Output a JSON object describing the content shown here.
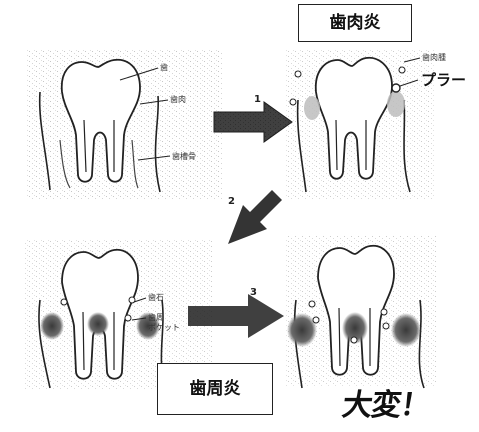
{
  "stages": {
    "stage_healthy": {
      "labels": {
        "tooth": "歯",
        "gum": "歯肉",
        "bone": "歯槽骨"
      }
    },
    "stage_gingivitis": {
      "title": "歯肉炎",
      "labels": {
        "swelling": "歯肉腫",
        "plaque": "プラー"
      }
    },
    "stage_periodontitis": {
      "title": "歯周炎",
      "labels": {
        "tartar": "歯石",
        "pocket_line1": "歯周",
        "pocket_line2": "ポケット"
      }
    },
    "stage_severe": {
      "caption": "大変！"
    }
  },
  "steps": {
    "step1": "1",
    "step2": "2",
    "step3": "3"
  },
  "colors": {
    "line": "#222222",
    "arrow": "#1e1e1e",
    "inflammation": "#555555",
    "noise": "#9a9a9a"
  }
}
